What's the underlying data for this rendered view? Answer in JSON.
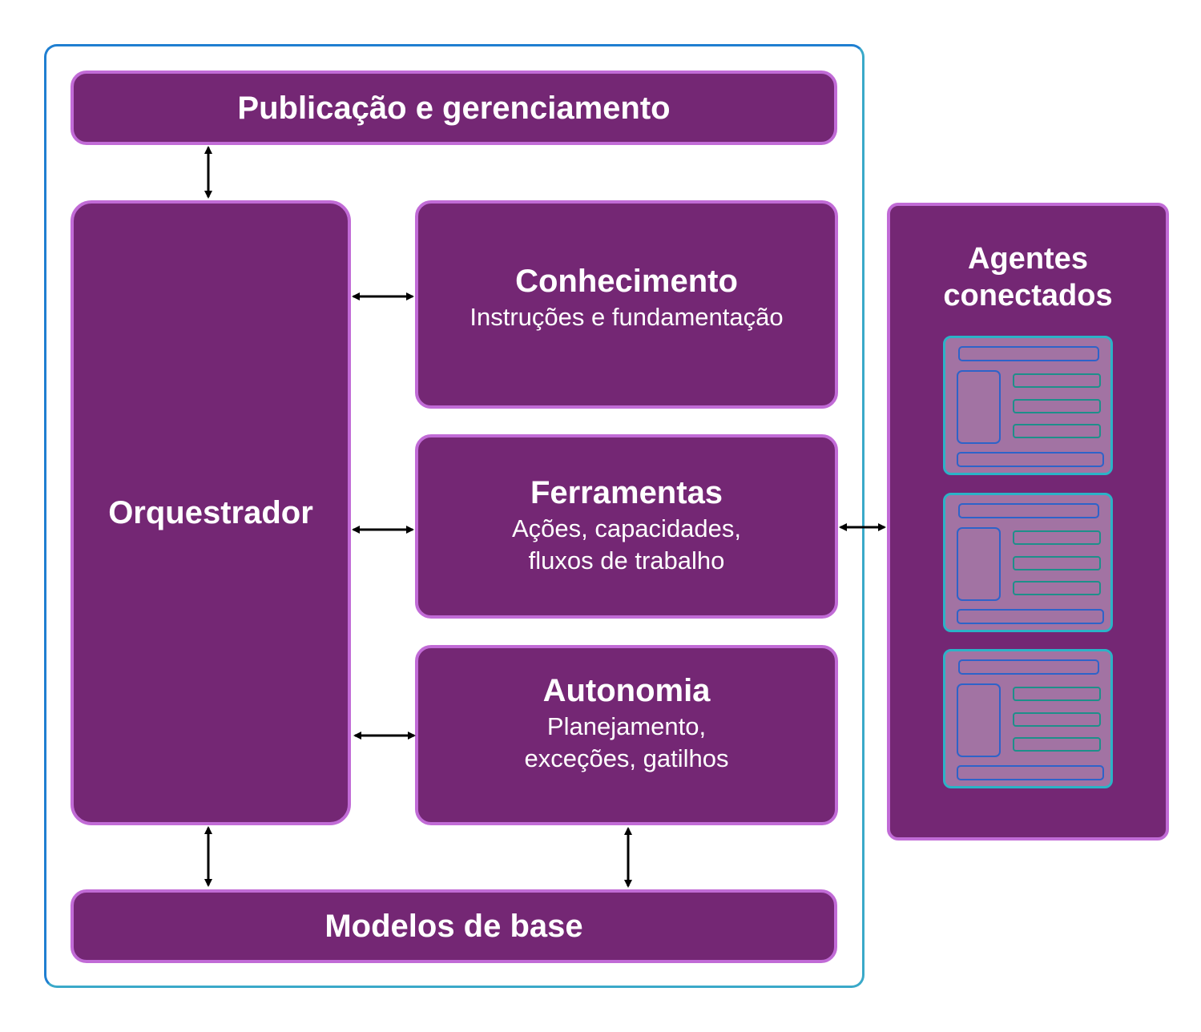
{
  "diagram": {
    "publish": {
      "title": "Publicação e gerenciamento"
    },
    "orchestrator": {
      "title": "Orquestrador"
    },
    "knowledge": {
      "title": "Conhecimento",
      "subtitle": "Instruções e fundamentação"
    },
    "tools": {
      "title": "Ferramentas",
      "subtitle_line1": "Ações, capacidades,",
      "subtitle_line2": "fluxos de trabalho"
    },
    "autonomy": {
      "title": "Autonomia",
      "subtitle_line1": "Planejamento,",
      "subtitle_line2": "exceções, gatilhos"
    },
    "models": {
      "title": "Modelos de base"
    },
    "agents": {
      "title_line1": "Agentes",
      "title_line2": "conectados",
      "card_count": 3
    },
    "colors": {
      "box_fill": "#742774",
      "box_border": "#c16bd6",
      "frame_border": "#3aa9c9",
      "card_fill": "#a273a3",
      "card_border": "#2bb3c7",
      "card_bar": "#2e63c9",
      "card_line": "#1e8f8a",
      "arrow": "#000000"
    }
  }
}
